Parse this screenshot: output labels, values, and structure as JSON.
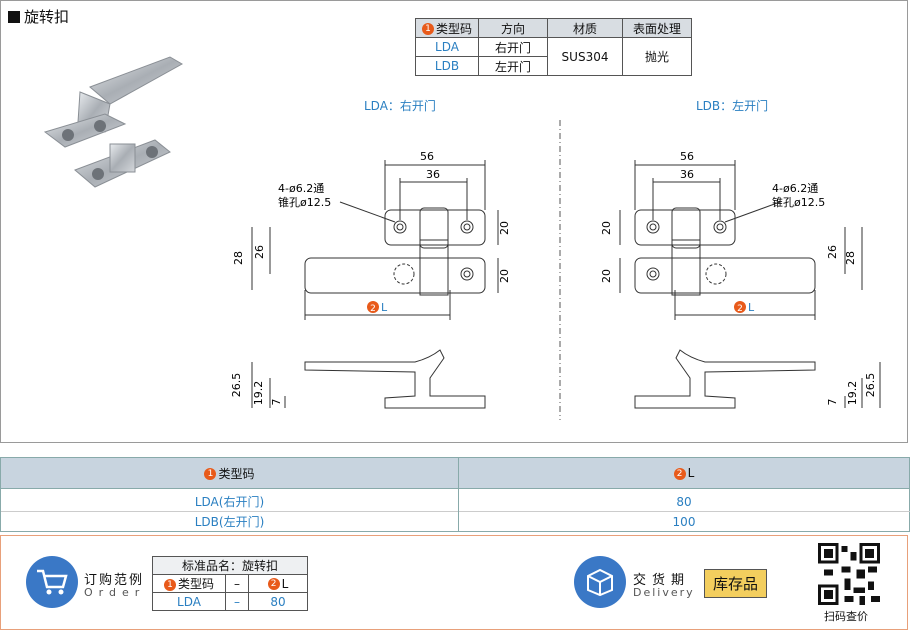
{
  "title": "旋转扣",
  "spec_table": {
    "headers": [
      "类型码",
      "方向",
      "材质",
      "表面处理"
    ],
    "header_num": "1",
    "rows": [
      {
        "code": "LDA",
        "direction": "右开门"
      },
      {
        "code": "LDB",
        "direction": "左开门"
      }
    ],
    "material": "SUS304",
    "finish": "抛光"
  },
  "drawings": {
    "left_title": "LDA：右开门",
    "right_title": "LDB：左开门",
    "hole_note_1": "4-ø6.2通",
    "hole_note_2": "锥孔ø12.5",
    "dims": {
      "w56": "56",
      "w36": "36",
      "h20": "20",
      "h28": "28",
      "h26": "26",
      "h26_5": "26.5",
      "h19_2": "19.2",
      "h7": "7"
    },
    "l_num": "2",
    "l_label": "L"
  },
  "param_table": {
    "col1_num": "1",
    "col1": "类型码",
    "col2_num": "2",
    "col2": "L",
    "rows": [
      {
        "code": "LDA(右开门)",
        "value": "80"
      },
      {
        "code": "LDB(左开门)",
        "value": "100"
      }
    ]
  },
  "order": {
    "label_cn": "订购范例",
    "label_en": "Order",
    "std_name": "标准品名：旋转扣",
    "h1_num": "1",
    "h1": "类型码",
    "dash": "–",
    "h2_num": "2",
    "h2": "L",
    "code": "LDA",
    "value": "80"
  },
  "delivery": {
    "label_cn": "交货期",
    "label_en": "Delivery",
    "stock": "库存品",
    "qr_label": "扫码查价"
  },
  "colors": {
    "accent_blue": "#3a78c6",
    "header_gray": "#d8dde2",
    "badge_orange": "#e85a1a",
    "stock_yellow": "#f3ce5e"
  }
}
